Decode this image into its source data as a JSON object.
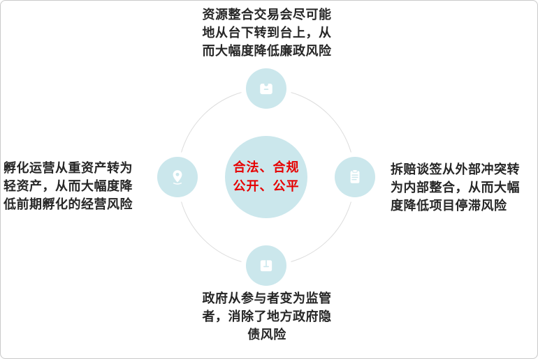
{
  "diagram": {
    "center": {
      "line1": "合法、合规",
      "line2": "公开、公平"
    },
    "labels": {
      "top": "资源整合交易会尽可能地从台下转到台上，从而大幅度降低廉政风险",
      "right": "拆赔谈签从外部冲突转为内部整合，从而大幅度降低项目停滞风险",
      "bottom": "政府从参与者变为监管者，消除了地方政府隐债风险",
      "left": "孵化运营从重资产转为轻资产，从而大幅度降低前期孵化的经营风险"
    },
    "icons": {
      "top": "package-icon",
      "right": "clipboard-icon",
      "bottom": "open-box-icon",
      "left": "location-pin-icon"
    },
    "colors": {
      "node_fill": "#cbe7ec",
      "center_fill": "#cbe7ec",
      "center_text": "#e60000",
      "ring": "#dcdcdc",
      "label_text": "#262626"
    }
  }
}
